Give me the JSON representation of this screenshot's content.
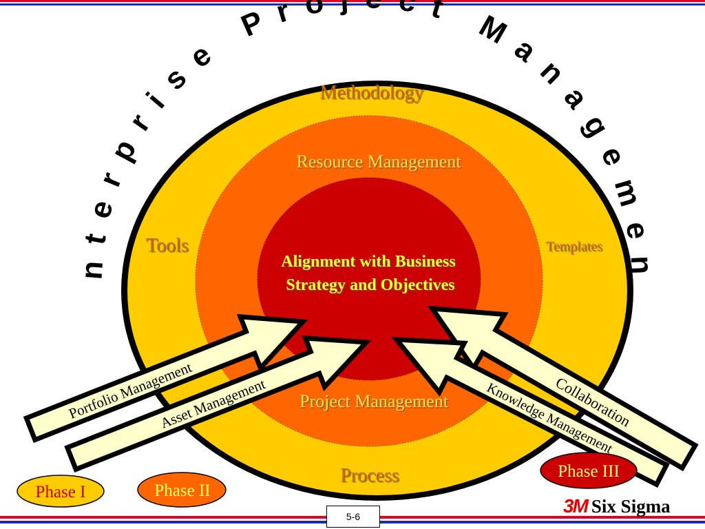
{
  "title": "Enterprise Project Management",
  "rings": {
    "outer": {
      "top": "Methodology",
      "left": "Tools",
      "right": "Templates",
      "bottom": "Process",
      "color": "#ffcc00",
      "label_color": "#cc6600"
    },
    "middle": {
      "top": "Resource Management",
      "bottom": "Project Management",
      "color": "#ff6600",
      "label_color": "#ffdd44"
    },
    "inner": {
      "line1": "Alignment with Business",
      "line2": "Strategy and Objectives",
      "color": "#cc0000",
      "label_color": "#ffff33"
    }
  },
  "arrows": [
    {
      "id": "portfolio",
      "label": "Portfolio Management"
    },
    {
      "id": "asset",
      "label": "Asset Management"
    },
    {
      "id": "collaboration",
      "label": "Collaboration"
    },
    {
      "id": "knowledge",
      "label": "Knowledge Management"
    }
  ],
  "phases": [
    {
      "label": "Phase I",
      "color": "#ffcc00"
    },
    {
      "label": "Phase II",
      "color": "#ff6600"
    },
    {
      "label": "Phase III",
      "color": "#cc0000"
    }
  ],
  "footer": {
    "page_number": "5-6",
    "brand_logo": "3M",
    "brand_text": "Six Sigma",
    "bar_colors": [
      "#e8001c",
      "#1a2fa0"
    ]
  }
}
